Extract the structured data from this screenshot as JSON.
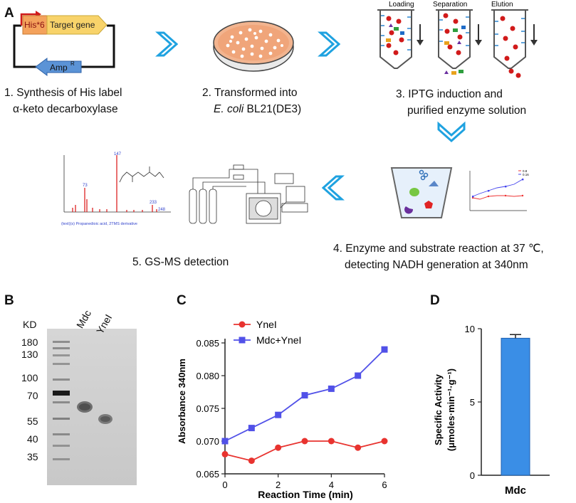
{
  "panel_a": {
    "letter": "A",
    "plasmid": {
      "his_tag": "His*6",
      "gene": "Target gene",
      "amp": "Amp",
      "amp_sup": "R"
    },
    "column_labels": [
      "Loading",
      "Separation",
      "Elution"
    ],
    "captions": {
      "step1_line1": "1. Synthesis of His label",
      "step1_line2": "α-keto decarboxylase",
      "step2_line1": "2. Transformed into",
      "step2_ecoli": "E. coli",
      "step2_strain": " BL21(DE3)",
      "step3_line1": "3. IPTG induction and",
      "step3_line2": "purified enzyme solution",
      "step4_line1": "4. Enzyme and substrate reaction at 37 ℃,",
      "step4_line2": "detecting NADH generation at 340nm",
      "step5": "5. GS-MS detection"
    },
    "ms_caption": "(text)(s) Propanedioic acid, 2TMS derivative",
    "ms_peaks": [
      "147",
      "73",
      "233",
      "248"
    ],
    "mini_legend": [
      "0.8",
      "0.16"
    ]
  },
  "panel_b": {
    "letter": "B",
    "kd_label": "KD",
    "markers": [
      "180",
      "130",
      "100",
      "70",
      "55",
      "40",
      "35"
    ],
    "lanes": [
      "Mdc",
      "YneI"
    ]
  },
  "panel_c": {
    "letter": "C",
    "chart_data": {
      "type": "line",
      "xlabel": "Reaction Time (min)",
      "ylabel": "Absorbance 340nm",
      "x": [
        0,
        1,
        2,
        3,
        4,
        5,
        6
      ],
      "xlim": [
        0,
        6
      ],
      "ylim": [
        0.065,
        0.085
      ],
      "xticks": [
        "0",
        "2",
        "4",
        "6"
      ],
      "yticks": [
        "0.065",
        "0.070",
        "0.075",
        "0.080",
        "0.085"
      ],
      "legend_position": "top-left",
      "series": [
        {
          "name": "YneI",
          "color": "#e8332f",
          "marker": "circle",
          "values": [
            0.068,
            0.067,
            0.069,
            0.07,
            0.07,
            0.069,
            0.07
          ]
        },
        {
          "name": "Mdc+YneI",
          "color": "#5151e8",
          "marker": "square",
          "values": [
            0.07,
            0.072,
            0.074,
            0.077,
            0.078,
            0.08,
            0.084
          ]
        }
      ]
    }
  },
  "panel_d": {
    "letter": "D",
    "chart_data": {
      "type": "bar",
      "categories": [
        "Mdc"
      ],
      "values": [
        9.35
      ],
      "error": [
        0.25
      ],
      "ylabel_line1": "Specific Activity",
      "ylabel_line2": "(μmoles·min⁻¹·g⁻¹)",
      "ylim": [
        0,
        10
      ],
      "yticks": [
        "0",
        "5",
        "10"
      ],
      "color": "#3a8ee6"
    }
  }
}
